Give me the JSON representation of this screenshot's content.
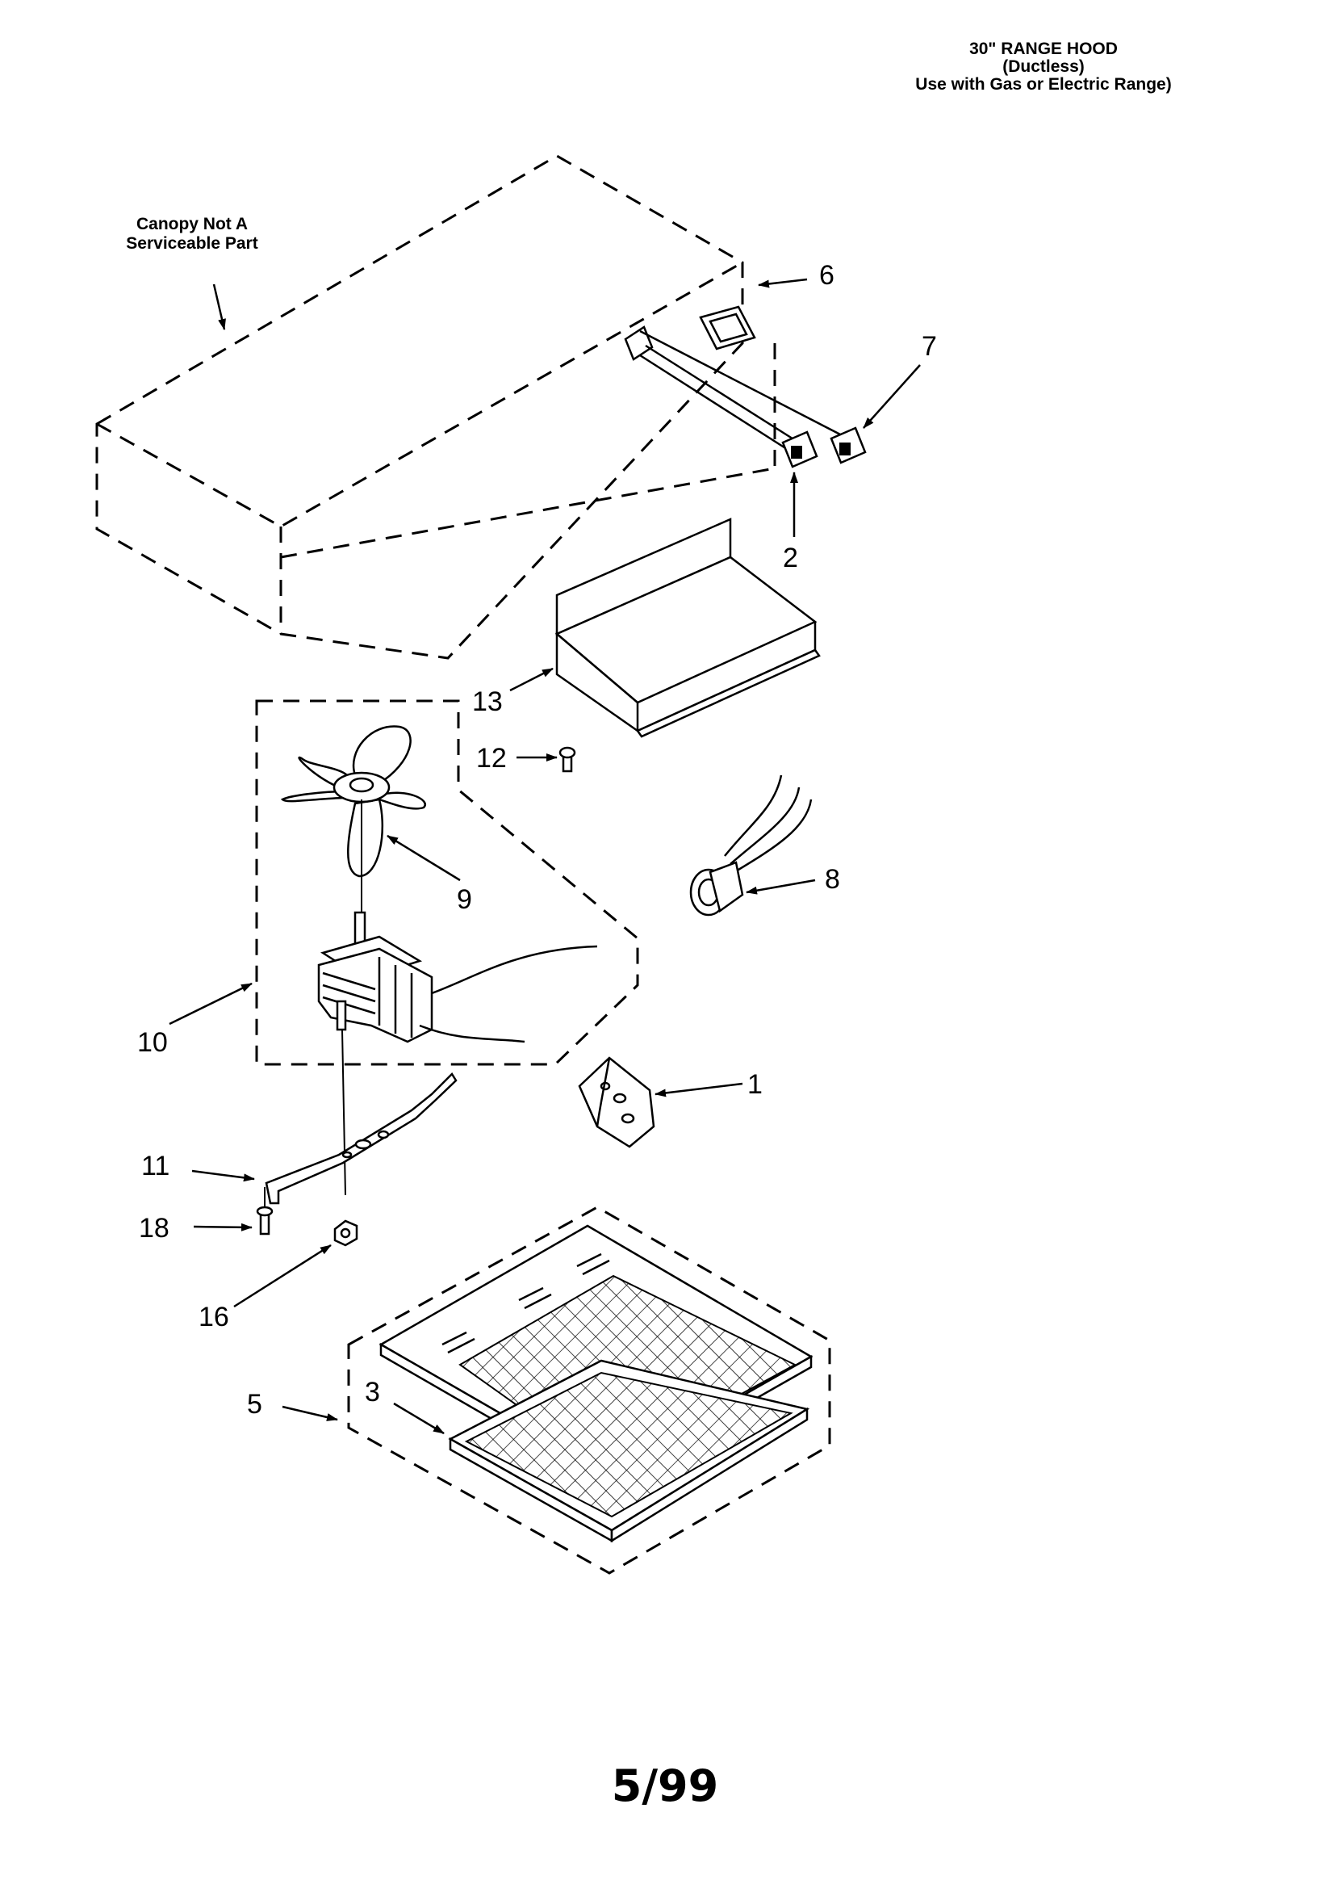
{
  "header": {
    "line1": "30\" RANGE HOOD",
    "line2": "(Ductless)",
    "line3": "Use with Gas or Electric Range)"
  },
  "canopy_note": {
    "line1": "Canopy Not A",
    "line2": "Serviceable Part"
  },
  "callouts": {
    "c1": "1",
    "c2": "2",
    "c3": "3",
    "c5": "5",
    "c6": "6",
    "c7": "7",
    "c8": "8",
    "c9": "9",
    "c10": "10",
    "c11": "11",
    "c12": "12",
    "c13": "13",
    "c16": "16",
    "c18": "18"
  },
  "footer": {
    "page": "5/99"
  }
}
